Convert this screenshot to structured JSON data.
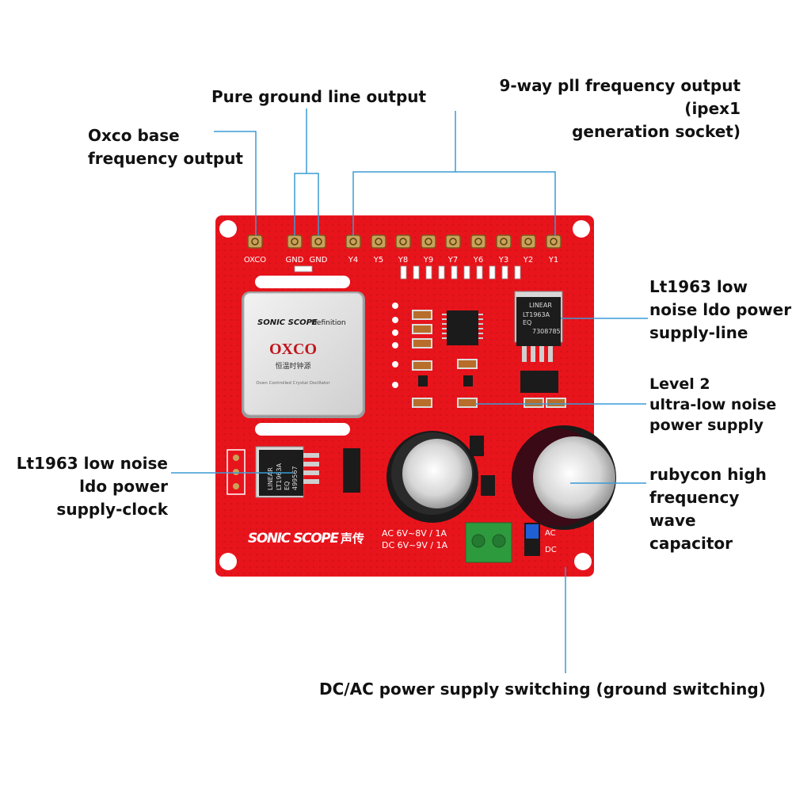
{
  "annotations": {
    "pure_ground": "Pure ground line output",
    "pll_output": "9-way pll frequency output (ipex1\ngeneration socket)",
    "oxco_base": "Oxco base\nfrequency output",
    "lt1963_line": "Lt1963 low\nnoise ldo power\nsupply-line",
    "level2": "Level 2\nultra-low noise\npower supply",
    "lt1963_clock": "Lt1963 low noise\nldo power\nsupply-clock",
    "rubycon": " rubycon high\nfrequency\nwave\ncapacitor",
    "dc_ac_switch": "DC/AC power supply switching (ground switching)"
  },
  "board": {
    "connector_labels": [
      "OXCO",
      "GND",
      "GND",
      "Y4",
      "Y5",
      "Y8",
      "Y9",
      "Y7",
      "Y6",
      "Y3",
      "Y2",
      "Y1"
    ],
    "oxco_brand": "SONIC SCOPE",
    "oxco_definition": "Definition",
    "oxco_title": "OXCO",
    "oxco_chinese": "恒温时钟源",
    "oxco_subtitle": "Oven Controlled Crystal Oscillator",
    "chip_right_brand": "LINEAR",
    "chip_right_part": "LT1963A",
    "chip_right_eq": "EQ",
    "chip_right_code": "7308785",
    "chip_left_brand": "LINEAR",
    "chip_left_part": "LT1963A",
    "chip_left_eq": "EQ",
    "chip_left_code": "499567",
    "logo_main": "SONIC SCOPE",
    "logo_chinese": "声传",
    "power_ac": "AC 6V~8V / 1A",
    "power_dc": "DC 6V~9V / 1A",
    "jumper_ac": "AC",
    "jumper_dc": "DC"
  },
  "colors": {
    "pcb": "#e8141c",
    "silk": "#ffffff",
    "callout_line": "#3a9bd5",
    "ipex_gold": "#c9a25a",
    "terminal_green": "#2e9a3e"
  }
}
